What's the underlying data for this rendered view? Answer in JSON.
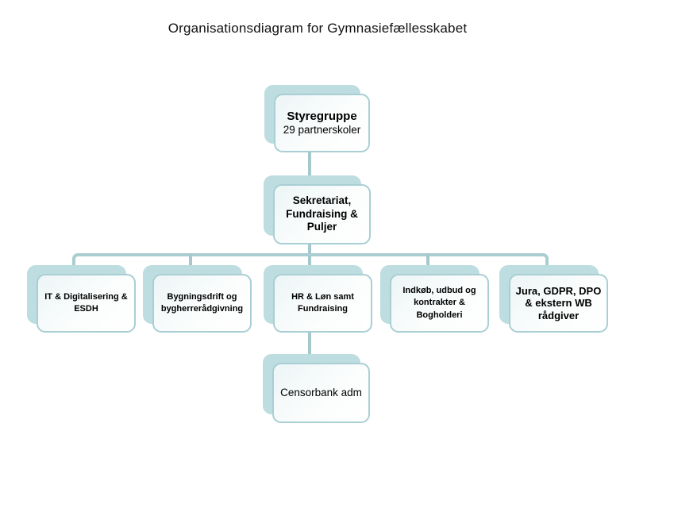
{
  "title": "Organisationsdiagram for Gymnasiefællesskabet",
  "colors": {
    "node_shadow": "#bddde0",
    "node_border": "#a9cfd4",
    "node_fill": "#fafdfd",
    "connector": "#a5c8cc",
    "text": "#000000"
  },
  "org": {
    "root": {
      "title": "Styregruppe",
      "subtitle": "29 partnerskoler"
    },
    "level2": {
      "label": "Sekretariat, Fundraising & Puljer"
    },
    "departments": [
      {
        "label": "IT & Digitalisering & ESDH"
      },
      {
        "label": "Bygningsdrift og bygherrerådgivning"
      },
      {
        "label": "HR & Løn samt Fundraising"
      },
      {
        "label": "Indkøb, udbud og kontrakter & Bogholderi"
      },
      {
        "label": "Jura, GDPR, DPO & ekstern WB rådgiver"
      }
    ],
    "sub": {
      "label": "Censorbank adm"
    }
  }
}
